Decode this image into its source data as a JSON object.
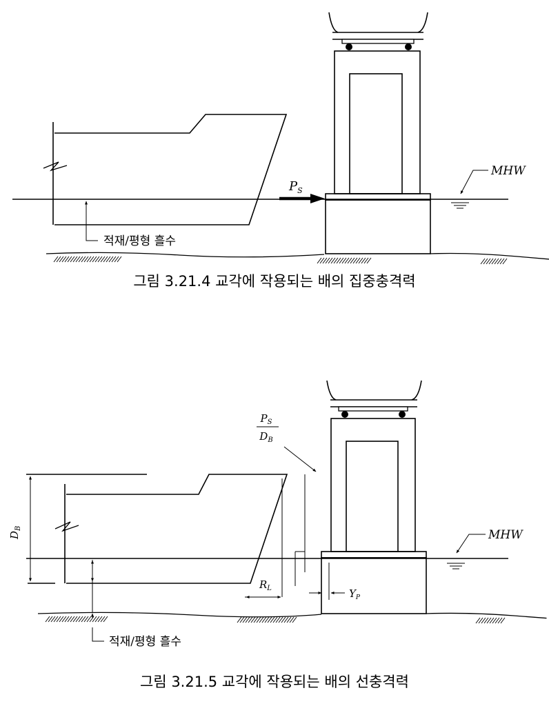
{
  "figure1": {
    "caption": "그림 3.21.4 교각에 작용되는 배의 집중충격력",
    "force_label": "P",
    "force_label_sub": "S",
    "water_level_label": "MHW",
    "draft_label": "적재/평형 흘수"
  },
  "figure2": {
    "caption": "그림 3.21.5 교각에 작용되는 배의 선충격력",
    "force_num": "P",
    "force_num_sub": "S",
    "force_den": "D",
    "force_den_sub": "B",
    "depth_label": "D",
    "depth_label_sub": "B",
    "water_level_label": "MHW",
    "rl_label": "R",
    "rl_label_sub": "L",
    "yp_label": "Y",
    "yp_label_sub": "P",
    "draft_label": "적재/평형 흘수"
  }
}
